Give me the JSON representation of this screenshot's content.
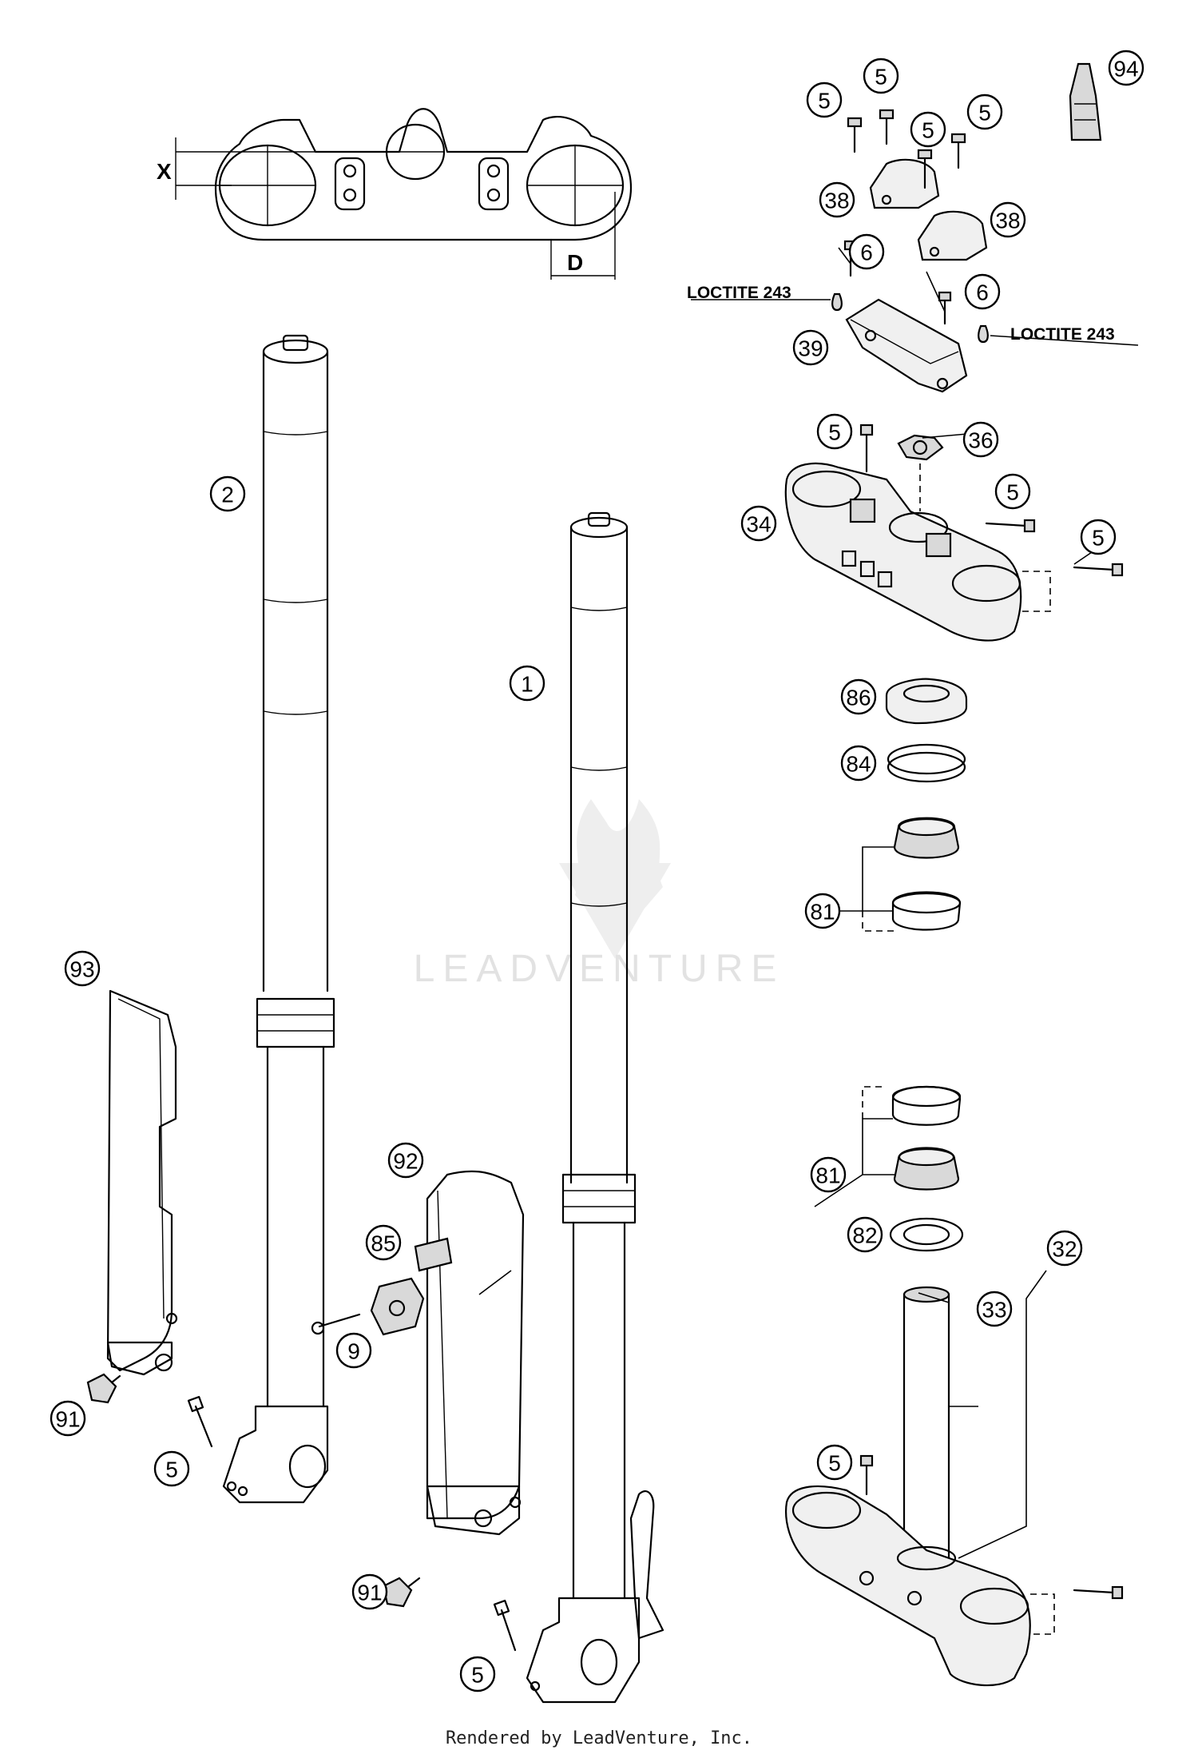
{
  "watermark": {
    "brand": "LEADVENTURE"
  },
  "footer": {
    "credit": "Rendered by LeadVenture, Inc."
  },
  "dimensions": {
    "x_label": "X",
    "d_label": "D"
  },
  "loctite": {
    "left": "LOCTITE 243",
    "right": "LOCTITE 243"
  },
  "callouts": {
    "c1": "1",
    "c2": "2",
    "c5a": "5",
    "c5b": "5",
    "c5c": "5",
    "c5d": "5",
    "c5e": "5",
    "c5f": "5",
    "c5g": "5",
    "c5h": "5",
    "c5i": "5",
    "c5j": "5",
    "c6a": "6",
    "c6b": "6",
    "c9": "9",
    "c32": "32",
    "c33": "33",
    "c34": "34",
    "c36": "36",
    "c38a": "38",
    "c38b": "38",
    "c39": "39",
    "c81a": "81",
    "c81b": "81",
    "c82": "82",
    "c84": "84",
    "c85": "85",
    "c86": "86",
    "c91a": "91",
    "c91b": "91",
    "c92": "92",
    "c93": "93",
    "c94": "94"
  }
}
